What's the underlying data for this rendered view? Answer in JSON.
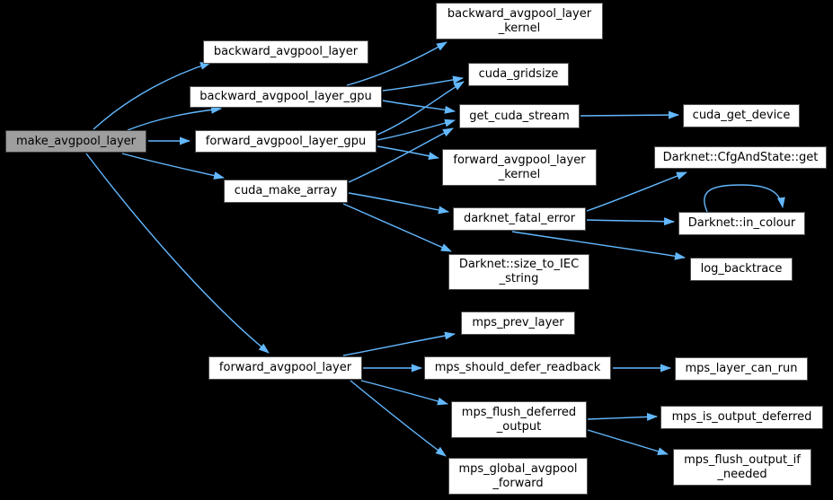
{
  "diagram": {
    "type": "call-graph",
    "background_color": "#000000",
    "edge_color": "#63b8ff",
    "node_fill_color": "#ffffff",
    "node_border_color": "#4e4e4e",
    "highlight_node_fill_color": "#9e9e9e",
    "text_color": "#000000"
  },
  "nodes": [
    {
      "id": "make_avgpool_layer",
      "label": "make_avgpool_layer",
      "highlighted": true
    },
    {
      "id": "backward_avgpool_layer",
      "label": "backward_avgpool_layer",
      "highlighted": false
    },
    {
      "id": "backward_avgpool_layer_gpu",
      "label": "backward_avgpool_layer_gpu",
      "highlighted": false
    },
    {
      "id": "forward_avgpool_layer_gpu",
      "label": "forward_avgpool_layer_gpu",
      "highlighted": false
    },
    {
      "id": "cuda_make_array",
      "label": "cuda_make_array",
      "highlighted": false
    },
    {
      "id": "backward_avgpool_layer_kernel",
      "label": "backward_avgpool_layer\n_kernel",
      "highlighted": false
    },
    {
      "id": "cuda_gridsize",
      "label": "cuda_gridsize",
      "highlighted": false
    },
    {
      "id": "get_cuda_stream",
      "label": "get_cuda_stream",
      "highlighted": false
    },
    {
      "id": "forward_avgpool_layer_kernel",
      "label": "forward_avgpool_layer\n_kernel",
      "highlighted": false
    },
    {
      "id": "darknet_fatal_error",
      "label": "darknet_fatal_error",
      "highlighted": false
    },
    {
      "id": "Darknet::size_to_IEC_string",
      "label": "Darknet::size_to_IEC\n_string",
      "highlighted": false
    },
    {
      "id": "cuda_get_device",
      "label": "cuda_get_device",
      "highlighted": false
    },
    {
      "id": "Darknet::CfgAndState::get",
      "label": "Darknet::CfgAndState::get",
      "highlighted": false
    },
    {
      "id": "Darknet::in_colour",
      "label": "Darknet::in_colour",
      "highlighted": false
    },
    {
      "id": "log_backtrace",
      "label": "log_backtrace",
      "highlighted": false
    },
    {
      "id": "forward_avgpool_layer",
      "label": "forward_avgpool_layer",
      "highlighted": false
    },
    {
      "id": "mps_prev_layer",
      "label": "mps_prev_layer",
      "highlighted": false
    },
    {
      "id": "mps_should_defer_readback",
      "label": "mps_should_defer_readback",
      "highlighted": false
    },
    {
      "id": "mps_layer_can_run",
      "label": "mps_layer_can_run",
      "highlighted": false
    },
    {
      "id": "mps_flush_deferred_output",
      "label": "mps_flush_deferred\n_output",
      "highlighted": false
    },
    {
      "id": "mps_is_output_deferred",
      "label": "mps_is_output_deferred",
      "highlighted": false
    },
    {
      "id": "mps_flush_output_if_needed",
      "label": "mps_flush_output_if\n_needed",
      "highlighted": false
    },
    {
      "id": "mps_global_avgpool_forward",
      "label": "mps_global_avgpool\n_forward",
      "highlighted": false
    }
  ],
  "edges": [
    {
      "from": "make_avgpool_layer",
      "to": "backward_avgpool_layer"
    },
    {
      "from": "make_avgpool_layer",
      "to": "backward_avgpool_layer_gpu"
    },
    {
      "from": "make_avgpool_layer",
      "to": "forward_avgpool_layer_gpu"
    },
    {
      "from": "make_avgpool_layer",
      "to": "cuda_make_array"
    },
    {
      "from": "make_avgpool_layer",
      "to": "forward_avgpool_layer"
    },
    {
      "from": "backward_avgpool_layer_gpu",
      "to": "backward_avgpool_layer_kernel"
    },
    {
      "from": "backward_avgpool_layer_gpu",
      "to": "cuda_gridsize"
    },
    {
      "from": "backward_avgpool_layer_gpu",
      "to": "get_cuda_stream"
    },
    {
      "from": "forward_avgpool_layer_gpu",
      "to": "cuda_gridsize"
    },
    {
      "from": "forward_avgpool_layer_gpu",
      "to": "get_cuda_stream"
    },
    {
      "from": "forward_avgpool_layer_gpu",
      "to": "forward_avgpool_layer_kernel"
    },
    {
      "from": "cuda_make_array",
      "to": "get_cuda_stream"
    },
    {
      "from": "cuda_make_array",
      "to": "darknet_fatal_error"
    },
    {
      "from": "cuda_make_array",
      "to": "Darknet::size_to_IEC_string"
    },
    {
      "from": "get_cuda_stream",
      "to": "cuda_get_device"
    },
    {
      "from": "darknet_fatal_error",
      "to": "Darknet::CfgAndState::get"
    },
    {
      "from": "darknet_fatal_error",
      "to": "Darknet::in_colour"
    },
    {
      "from": "darknet_fatal_error",
      "to": "log_backtrace"
    },
    {
      "from": "Darknet::in_colour",
      "to": "Darknet::in_colour"
    },
    {
      "from": "forward_avgpool_layer",
      "to": "mps_prev_layer"
    },
    {
      "from": "forward_avgpool_layer",
      "to": "mps_should_defer_readback"
    },
    {
      "from": "forward_avgpool_layer",
      "to": "mps_flush_deferred_output"
    },
    {
      "from": "forward_avgpool_layer",
      "to": "mps_global_avgpool_forward"
    },
    {
      "from": "mps_should_defer_readback",
      "to": "mps_layer_can_run"
    },
    {
      "from": "mps_flush_deferred_output",
      "to": "mps_is_output_deferred"
    },
    {
      "from": "mps_flush_deferred_output",
      "to": "mps_flush_output_if_needed"
    }
  ]
}
